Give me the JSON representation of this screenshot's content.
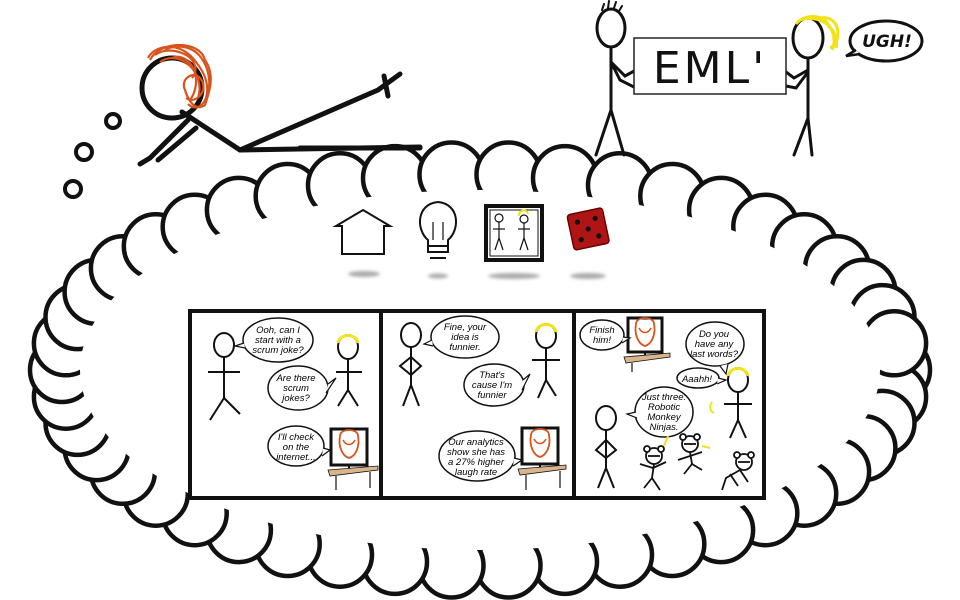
{
  "header": {
    "sign_text": "EML'",
    "speech": "UGH!"
  },
  "nav": {
    "items": [
      {
        "icon": "home-icon"
      },
      {
        "icon": "lightbulb-icon"
      },
      {
        "icon": "comic-frame-icon"
      },
      {
        "icon": "dice-icon"
      }
    ]
  },
  "comic": {
    "panel1": {
      "line1": [
        "Ooh, can I",
        "start with a",
        "scrum joke?"
      ],
      "line2": [
        "Are there",
        "scrum",
        "jokes?"
      ],
      "line3": [
        "I'll check",
        "on the",
        "internet..."
      ]
    },
    "panel2": {
      "line1": [
        "Fine, your",
        "idea is",
        "funnier."
      ],
      "line2": [
        "That's",
        "cause I'm",
        "funnier"
      ],
      "line3": [
        "Our analytics",
        "show she has",
        "a 27% higher",
        "laugh rate"
      ]
    },
    "panel3": {
      "line1": [
        "Finish",
        "him!"
      ],
      "line2": [
        "Do you",
        "have any",
        "last words?"
      ],
      "line3": [
        "Aaahh!"
      ],
      "line4": [
        "Just three:",
        "Robotic",
        "Monkey",
        "Ninjas."
      ]
    }
  },
  "colors": {
    "ink": "#111111",
    "hair_red": "#d9541c",
    "hair_blonde": "#f2e21a",
    "dice_red": "#b01515",
    "desk_wood": "#d9b48c"
  }
}
